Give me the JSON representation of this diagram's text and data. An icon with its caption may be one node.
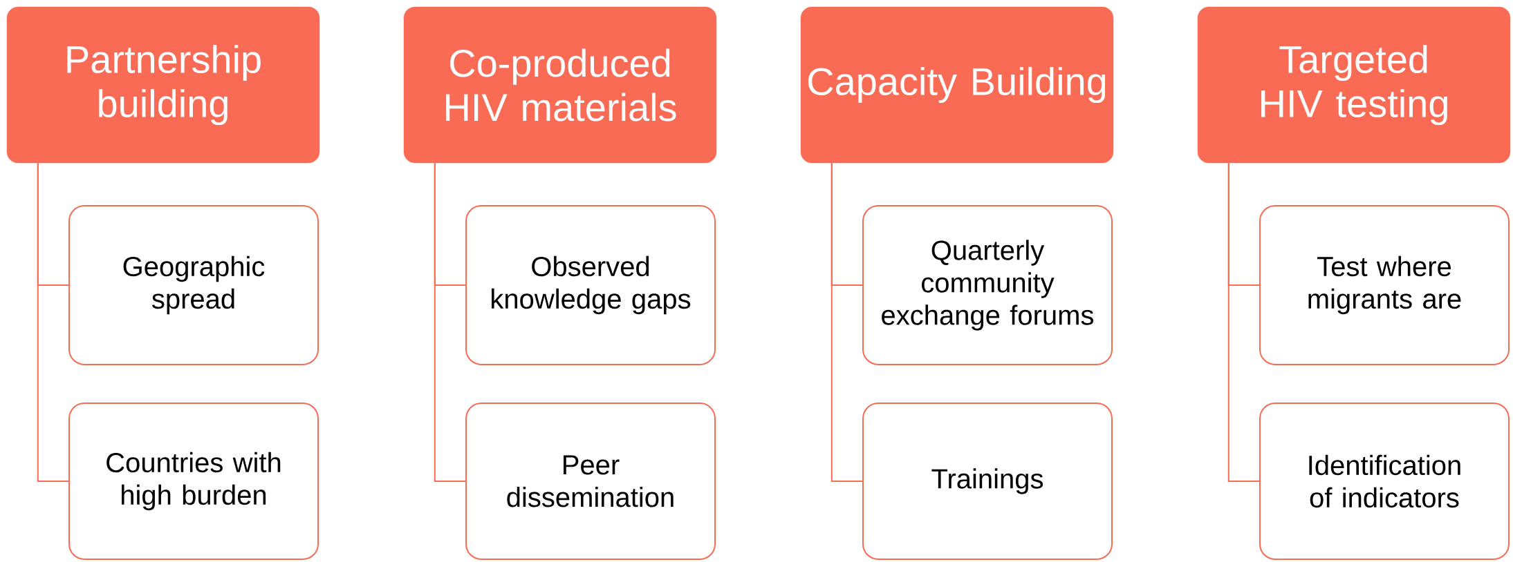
{
  "diagram": {
    "nodes": [
      {
        "text": [
          "Partnership building"
        ]
      },
      {
        "text": [
          "Geographic spread"
        ]
      },
      {
        "text": [
          "Countries with high burden"
        ]
      },
      {
        "text": [
          "Co-produced HIV materials"
        ]
      },
      {
        "text": [
          "Observed knowledge gaps"
        ]
      },
      {
        "text": [
          "Peer dissemination"
        ]
      },
      {
        "text": [
          "Capacity Building"
        ]
      },
      {
        "text": [
          "Quarterly community exchange forums"
        ]
      },
      {
        "text": [
          "Trainings"
        ]
      },
      {
        "text": [
          "Targeted HIV testing"
        ]
      },
      {
        "text": [
          "Test where migrants are"
        ]
      },
      {
        "text": [
          "Identification of indicators"
        ]
      }
    ],
    "edges": [
      {
        "from": 0,
        "to": 1,
        "arrow": "none"
      },
      {
        "from": 0,
        "to": 2,
        "arrow": "none"
      },
      {
        "from": 3,
        "to": 4,
        "arrow": "none"
      },
      {
        "from": 3,
        "to": 5,
        "arrow": "none"
      },
      {
        "from": 6,
        "to": 7,
        "arrow": "none"
      },
      {
        "from": 6,
        "to": 8,
        "arrow": "none"
      },
      {
        "from": 9,
        "to": 10,
        "arrow": "none"
      },
      {
        "from": 9,
        "to": 11,
        "arrow": "none"
      }
    ]
  }
}
